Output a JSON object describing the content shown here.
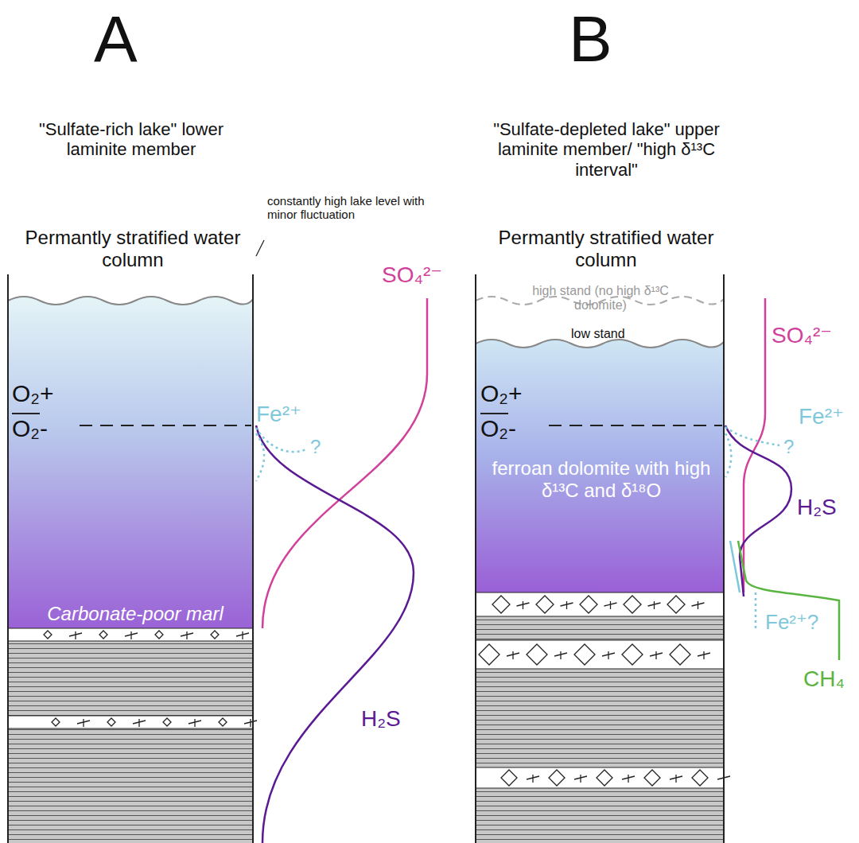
{
  "diagram": {
    "labels": [
      "A",
      "\"Sulfate-rich lake\" lower laminite member",
      "Permantly stratified water column",
      "constantly high lake level with minor fluctuation",
      "SO₄²⁻",
      "O₂+",
      "O₂-",
      "Fe²⁺",
      "?",
      "H₂S",
      "Carbonate-poor marl",
      "B",
      "\"Sulfate-depleted lake\" upper laminite member/ \"high δ¹³C interval\"",
      "Permantly stratified water column",
      "high stand (no high δ¹³C dolomite)",
      "low stand",
      "SO₄²⁻",
      "O₂+",
      "O₂-",
      "Fe²⁺",
      "?",
      "ferroan dolomite with high δ¹³C and δ¹⁸O",
      "H₂S",
      "Fe²⁺?",
      "CH₄"
    ]
  }
}
